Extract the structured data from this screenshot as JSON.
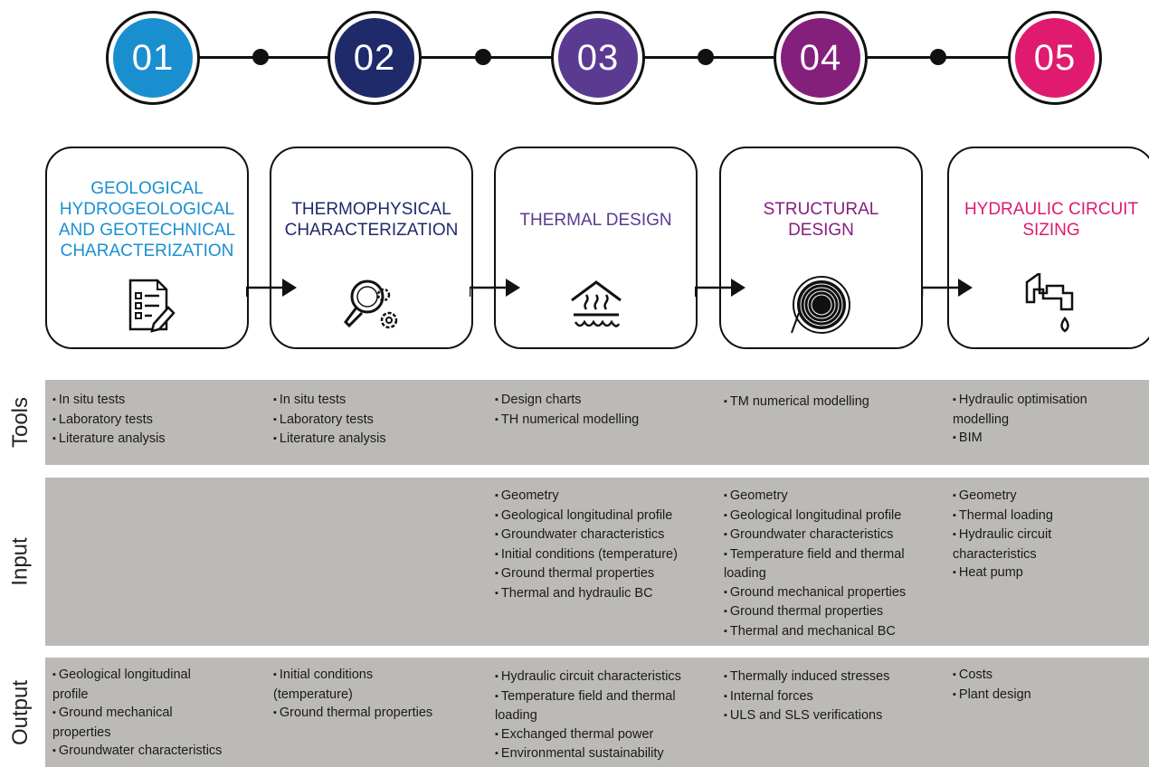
{
  "timeline": {
    "steps": [
      {
        "number": "01",
        "color": "#1a8fd0"
      },
      {
        "number": "02",
        "color": "#1f2a6b"
      },
      {
        "number": "03",
        "color": "#5b3a91"
      },
      {
        "number": "04",
        "color": "#851f7c"
      },
      {
        "number": "05",
        "color": "#df1a6f"
      }
    ]
  },
  "steps": [
    {
      "title": "GEOLOGICAL\nHYDROGEOLOGICAL\nAND GEOTECHNICAL\nCHARACTERIZATION",
      "color": "#1a8fd0",
      "icon": "document-checklist-icon"
    },
    {
      "title": "THERMOPHYSICAL\nCHARACTERIZATION",
      "color": "#1f2a6b",
      "icon": "magnifier-gears-icon"
    },
    {
      "title": "THERMAL DESIGN",
      "color": "#5b3a91",
      "icon": "heat-house-icon"
    },
    {
      "title": "STRUCTURAL DESIGN",
      "color": "#851f7c",
      "icon": "tunnel-section-icon"
    },
    {
      "title": "HYDRAULIC CIRCUIT\nSIZING",
      "color": "#df1a6f",
      "icon": "faucet-drop-icon"
    }
  ],
  "rows": {
    "tools": {
      "label": "Tools",
      "cells": [
        [
          "In situ tests",
          "Laboratory tests",
          "Literature analysis"
        ],
        [
          "In situ tests",
          "Laboratory tests",
          "Literature analysis"
        ],
        [
          "Design charts",
          "TH numerical modelling"
        ],
        [
          "TM numerical modelling"
        ],
        [
          "Hydraulic optimisation\nmodelling",
          "BIM"
        ]
      ]
    },
    "input": {
      "label": "Input",
      "cells": [
        [],
        [],
        [
          "Geometry",
          "Geological longitudinal profile",
          "Groundwater characteristics",
          "Initial conditions (temperature)",
          "Ground thermal properties",
          "Thermal and hydraulic BC"
        ],
        [
          "Geometry",
          "Geological longitudinal profile",
          "Groundwater characteristics",
          "Temperature field and thermal\nloading",
          "Ground mechanical properties",
          "Ground thermal properties",
          "Thermal and mechanical BC"
        ],
        [
          "Geometry",
          "Thermal loading",
          "Hydraulic circuit\ncharacteristics",
          "Heat pump"
        ]
      ]
    },
    "output": {
      "label": "Output",
      "cells": [
        [
          "Geological longitudinal\nprofile",
          "Ground mechanical\nproperties",
          "Groundwater characteristics"
        ],
        [
          "Initial conditions\n(temperature)",
          "Ground thermal properties"
        ],
        [
          "Hydraulic circuit characteristics",
          "Temperature field and thermal\nloading",
          "Exchanged thermal power",
          "Environmental sustainability"
        ],
        [
          "Thermally induced stresses",
          "Internal forces",
          "ULS and SLS verifications"
        ],
        [
          "Costs",
          "Plant design"
        ]
      ]
    }
  }
}
